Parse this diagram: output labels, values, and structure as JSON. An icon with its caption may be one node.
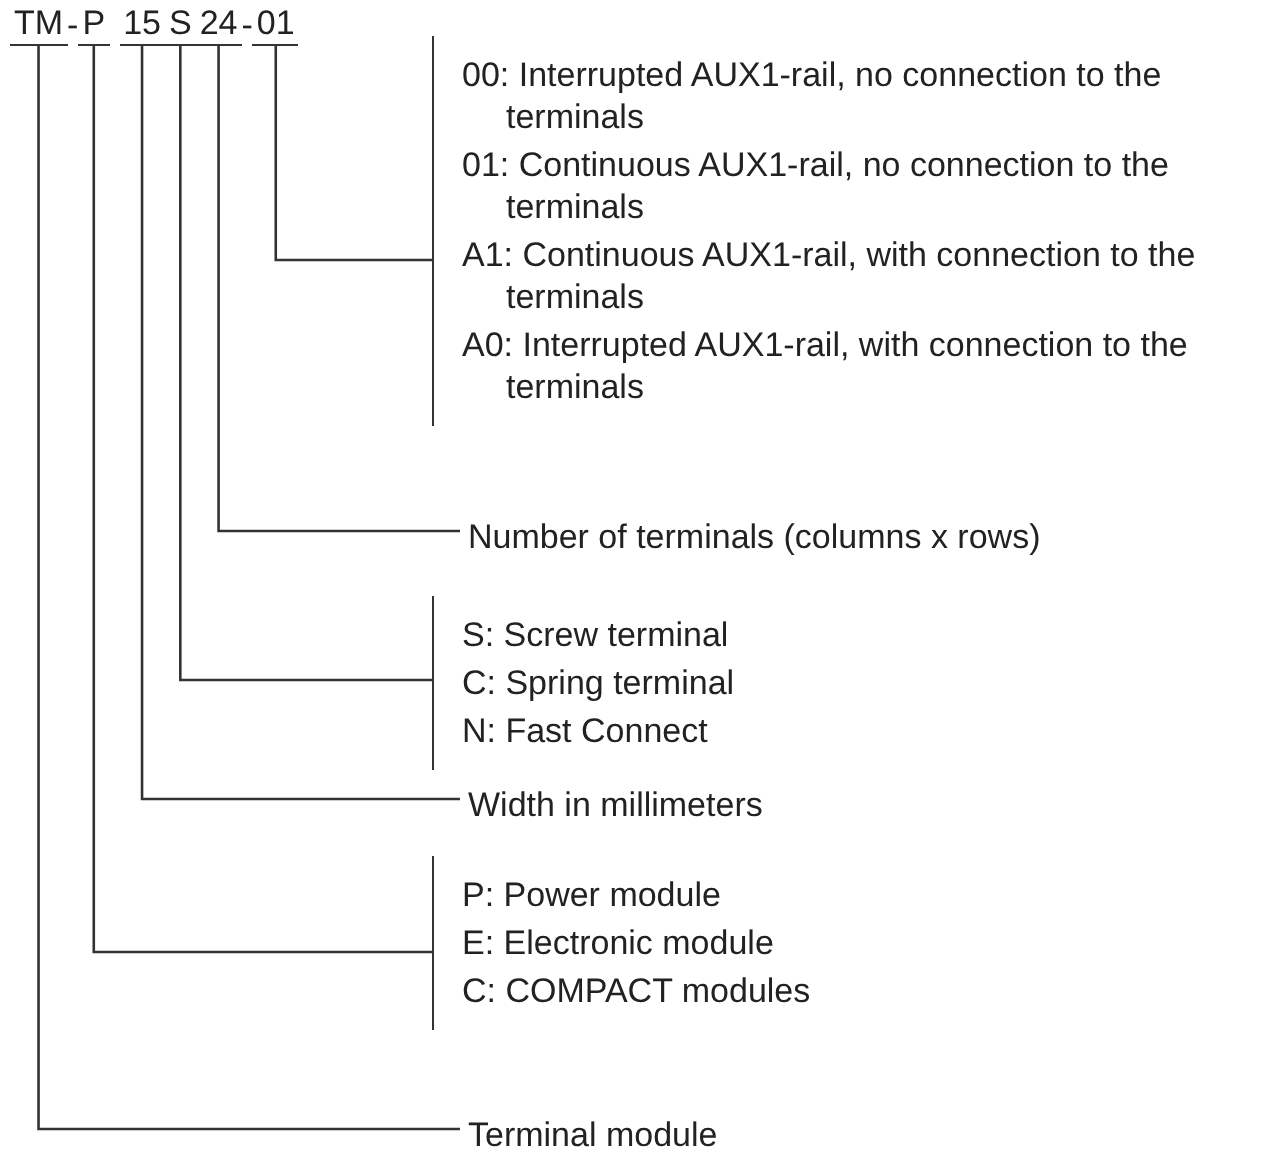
{
  "diagram": {
    "nodes": [
      {
        "text": [
          "TM"
        ]
      },
      {
        "text": [
          "P"
        ]
      },
      {
        "text": [
          "15"
        ]
      },
      {
        "text": [
          "S"
        ]
      },
      {
        "text": [
          "24"
        ]
      },
      {
        "text": [
          "01"
        ]
      },
      {
        "text": [
          "00: Interrupted AUX1-rail, no connection to the terminals",
          "01: Continuous AUX1-rail, no connection to the terminals",
          "A1: Continuous AUX1-rail, with connection to the terminals",
          "A0: Interrupted AUX1-rail, with connection to the terminals"
        ]
      },
      {
        "text": [
          "Number of terminals (columns x rows)"
        ]
      },
      {
        "text": [
          "S: Screw terminal",
          "C: Spring terminal",
          "N: Fast Connect"
        ]
      },
      {
        "text": [
          "Width in millimeters"
        ]
      },
      {
        "text": [
          "P: Power module",
          "E: Electronic module",
          "C: COMPACT modules"
        ]
      },
      {
        "text": [
          "Terminal module"
        ]
      }
    ],
    "edges": [
      {
        "from": 5,
        "to": 6,
        "arrow": "none"
      },
      {
        "from": 4,
        "to": 7,
        "arrow": "none"
      },
      {
        "from": 3,
        "to": 8,
        "arrow": "none"
      },
      {
        "from": 2,
        "to": 9,
        "arrow": "none"
      },
      {
        "from": 1,
        "to": 10,
        "arrow": "none"
      },
      {
        "from": 0,
        "to": 11,
        "arrow": "none"
      }
    ],
    "labels": [
      "-",
      "-"
    ]
  }
}
